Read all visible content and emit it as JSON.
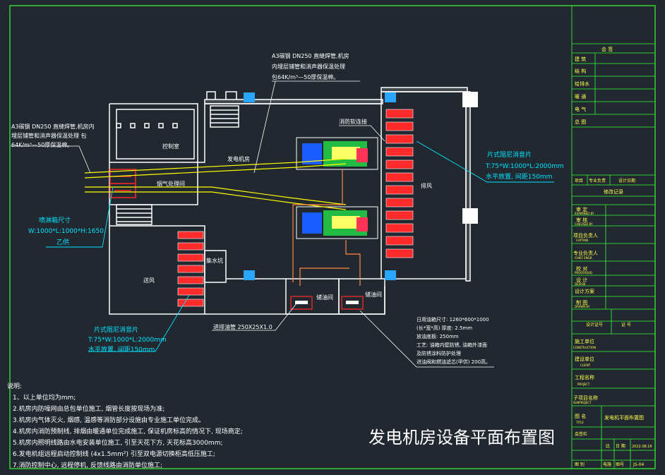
{
  "drawing_title": "发电机房设备平面布置图",
  "rooms": {
    "control_room": "控制室",
    "generator_room": "发电机房",
    "flue_room": "烟气处理间",
    "exhaust": "排风",
    "intake": "送风",
    "water_tank": "集水坑",
    "oil_room_1": "储油间",
    "oil_room_2": "储油间"
  },
  "notes_top": {
    "line1": "A3碳钢 DN250  直缝焊管,机房",
    "line2": "内埋层铺管和消声器保温处理",
    "line3": "包64K/m³—50厚保温棉。"
  },
  "notes_left": {
    "line1": "A3碳钢 DN250  直缝焊管,机房内",
    "line2": "埋层铺管和消声器保温处理  包",
    "line3": "64K/m³—50厚保温棉。"
  },
  "vent_box": {
    "title": "喷淋箱尺寸",
    "size": "W:1000*L:1000*H:1650",
    "note": "乙供"
  },
  "silencer_right": {
    "title": "片式阻尼消音片",
    "spec": "T:75*W:1000*L:2000mm",
    "note": "水平放置, 间距150mm"
  },
  "silencer_bottom": {
    "title": "片式阻尼消音片",
    "spec": "T:75*W:1000*L:2000mm",
    "note": "水平放置, 间距150mm"
  },
  "flex_label": "消防软连接",
  "duct_label": "进排油管   250X25X1.0",
  "equip_notes": {
    "line1": "日用油箱尺寸: 1260*600*1000",
    "line2": "(长*宽*高) 厚度: 2.5mm",
    "line3": "放油底板: 250mm",
    "line4": "工艺: 油箱内壁防锈, 油箱外漆面",
    "line5": "及防锈涂料防护处理",
    "line6": "进油阀和燃油滤芯(甲供) 200高。"
  },
  "general_notes": {
    "heading": "说明:",
    "items": [
      "1、以上单位均为mm;",
      "2.机房内防噪网由总包单位施工, 烟管长度按现场为准;",
      "3.机房内气体灭火, 烟感, 温感等消防部分设施由专业施工单位完成。",
      "4.机房内消防预制线, 排烟由暖通单位完成施工, 保证机房标高的情况下, 现场商定;",
      "5.机房内照明线路由水电安装单位施工, 引至天花下方, 天花标高3000mm;",
      "6.发电机组远程启动控制线 (4x1.5mm²) 引至双电源切换柜高低压施工;",
      "7.消防控制中心, 远程停机, 反馈线路由消防单位施工;"
    ]
  },
  "title_block": {
    "top_header": "会    签",
    "rows_sign": [
      "建  筑",
      "结  构",
      "给排水",
      "暖  通",
      "电  气",
      "总  图"
    ],
    "small_row": [
      "项目",
      "专业负责",
      "设计日期"
    ],
    "revision": "修改记录",
    "role_rows": [
      {
        "zh": "审  定",
        "en": "EXAMINED BY"
      },
      {
        "zh": "审  核",
        "en": "CHECKED BY"
      },
      {
        "zh": "项目负责人",
        "en": "CAPTAIN"
      },
      {
        "zh": "专业负责人",
        "en": "CHIEF ENGR."
      },
      {
        "zh": "校  对",
        "en": "PROOFREAD"
      },
      {
        "zh": "设  计",
        "en": "DESIGN"
      },
      {
        "zh": "设计方案",
        "en": ""
      },
      {
        "zh": "制  图",
        "en": "DRAWN BY"
      }
    ],
    "stamp_cols": [
      "设计证号",
      "证  号"
    ],
    "project_rows": [
      {
        "zh": "施工单位",
        "en": "CONSTRUCTION"
      },
      {
        "zh": "建设单位",
        "en": "CLIENT"
      },
      {
        "zh": "工程名称",
        "en": "PROJECT"
      },
      {
        "zh": "子项目名称",
        "en": "SUBPROJECT"
      }
    ],
    "drawing_name_label": "图  名",
    "drawing_name_en": "TITLE",
    "drawing_name": "发电机平面布置图",
    "bottom_row1": [
      "会签栏",
      "",
      "比",
      "日  期",
      "2022.08.16"
    ],
    "bottom_row2": [
      "图  别",
      "电施",
      "图号",
      "JS-04"
    ]
  },
  "colors": {
    "background": "#212830",
    "wall": "#ffffff",
    "silencer": "#ff2a2a",
    "fan": "#2aa6ff",
    "annotation": "#00e5ff",
    "pipe": "#ffff00",
    "frame": "#33ff33"
  }
}
